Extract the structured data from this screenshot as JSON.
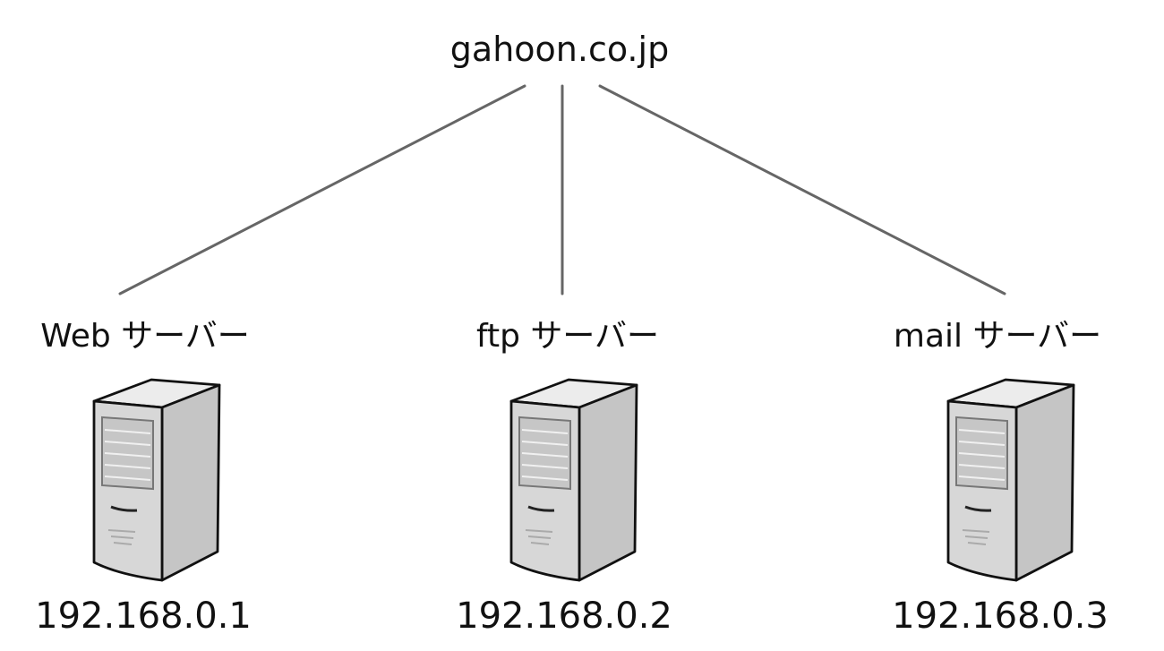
{
  "root": {
    "label": "gahoon.co.jp"
  },
  "servers": [
    {
      "name": "Web サーバー",
      "ip": "192.168.0.1",
      "icon": "server-tower-icon"
    },
    {
      "name": "ftp サーバー",
      "ip": "192.168.0.2",
      "icon": "server-tower-icon"
    },
    {
      "name": "mail サーバー",
      "ip": "192.168.0.3",
      "icon": "server-tower-icon"
    }
  ],
  "colors": {
    "line": "#666666",
    "server_front": "#d7d7d7",
    "server_side": "#c5c5c5",
    "server_top": "#ececec",
    "server_outline": "#111111"
  }
}
